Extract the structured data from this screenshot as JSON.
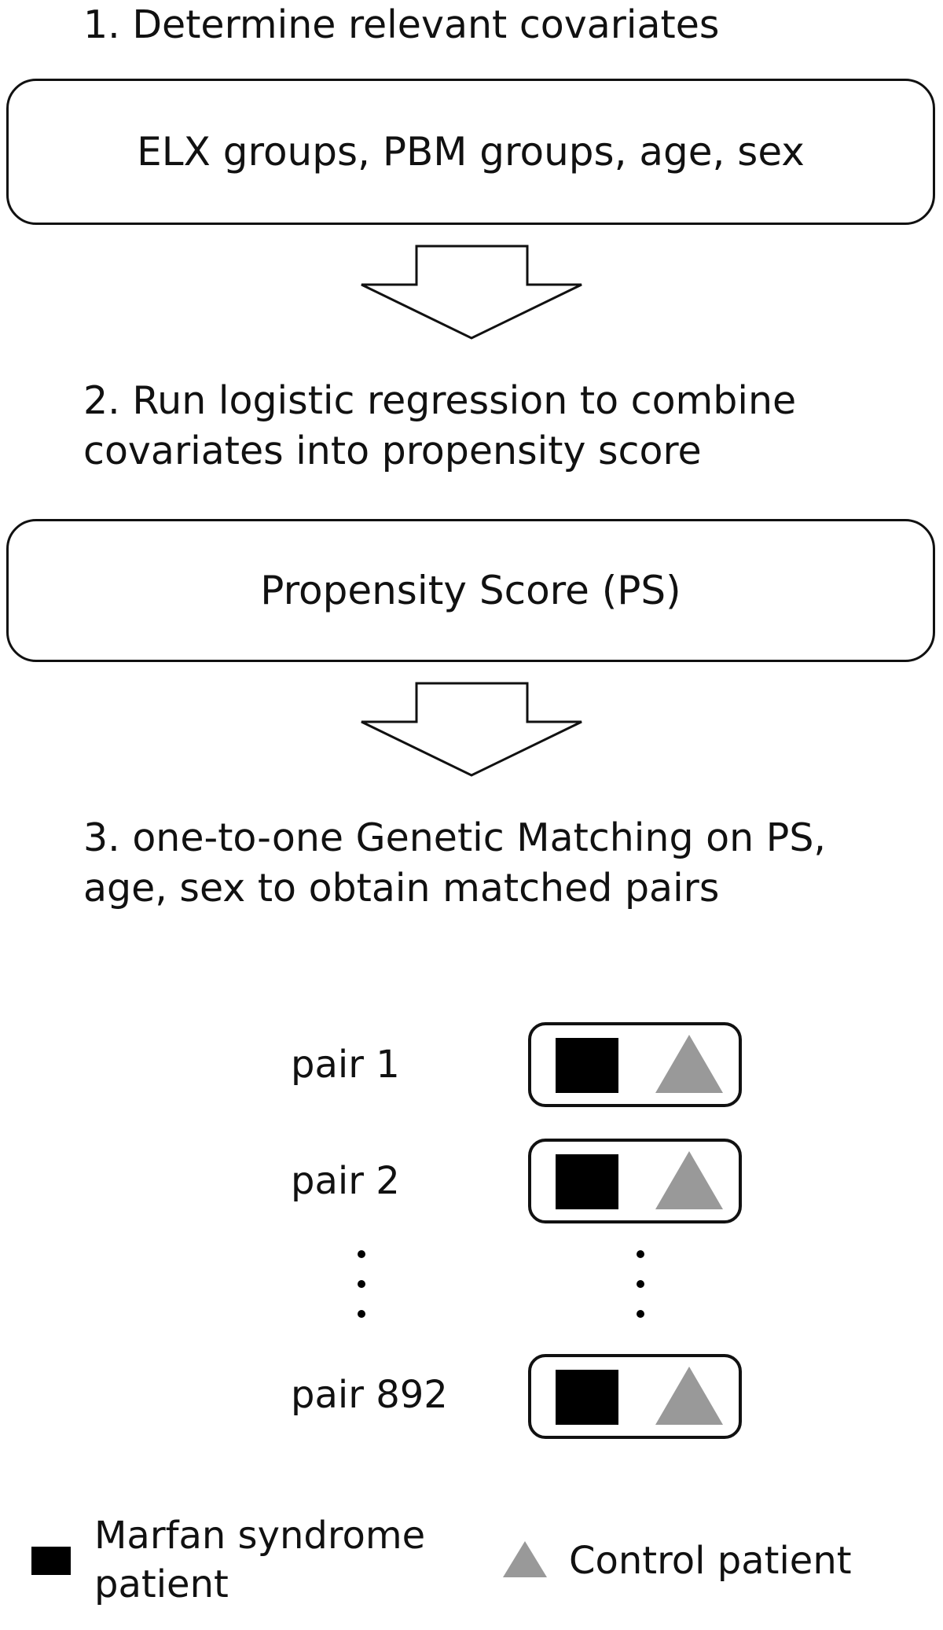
{
  "steps": [
    {
      "title_lines": [
        "1. Determine relevant covariates"
      ],
      "box_text": "ELX groups, PBM groups, age, sex"
    },
    {
      "title_lines": [
        "2. Run logistic regression to combine",
        "covariates into propensity score"
      ],
      "box_text": "Propensity Score (PS)"
    },
    {
      "title_lines": [
        "3. one-to-one Genetic Matching on PS,",
        "age, sex to obtain matched pairs"
      ]
    }
  ],
  "pairs": [
    {
      "label": "pair 1"
    },
    {
      "label": "pair 2"
    },
    {
      "label": "pair 892"
    }
  ],
  "legend": [
    {
      "marker": "black-square",
      "color": "#000000",
      "lines": [
        "Marfan syndrome",
        "patient"
      ]
    },
    {
      "marker": "gray-triangle",
      "color": "#999999",
      "lines": [
        "Control patient"
      ]
    }
  ]
}
